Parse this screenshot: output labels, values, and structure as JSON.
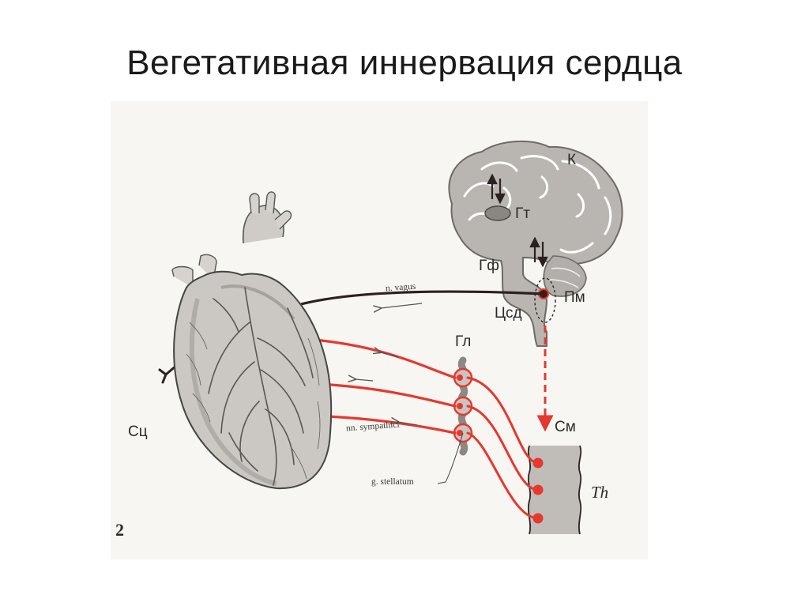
{
  "slide": {
    "title": "Вегетативная иннервация сердца"
  },
  "diagram": {
    "labels": {
      "cortex": "К",
      "hypothalamus": "Гт",
      "pituitary": "Гф",
      "medulla": "Пм",
      "cardio_center": "Цсд",
      "ganglion": "Гл",
      "spinal_cord": "См",
      "thoracic": "Th",
      "heart": "Сц",
      "vagus": "n. vagus",
      "sympathetic_nerves": "nn. sympathici",
      "stellate_ganglion": "g. stellatum",
      "figure_number": "2"
    },
    "colors": {
      "sympathetic": "#e5382e",
      "parasympathetic": "#2b2220",
      "brain": "#b9b6b2",
      "spinal": "#c0bcb8"
    },
    "icons": {
      "heart": "heart-illustration",
      "brain": "brain-illustration"
    }
  }
}
